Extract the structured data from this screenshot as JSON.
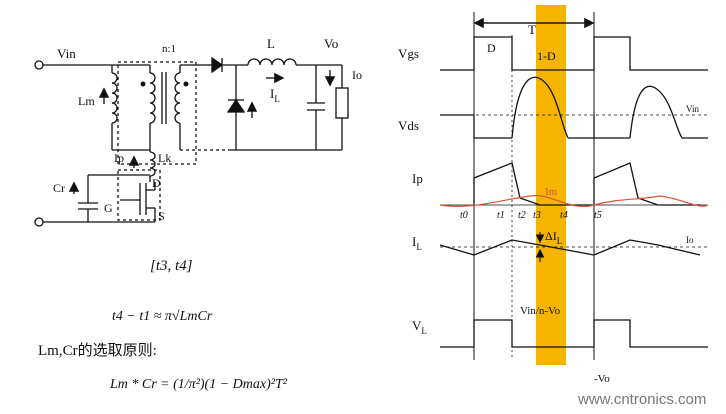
{
  "circuit": {
    "vin": "Vin",
    "transformer_ratio": "n:1",
    "inductor": "L",
    "vo": "Vo",
    "il": "I",
    "il_sub": "L",
    "io": "Io",
    "lm": "Lm",
    "ip": "Ip",
    "lk": "Lk",
    "cr": "Cr",
    "d": "D",
    "g": "G",
    "s": "S"
  },
  "formulas": {
    "interval": "[t3, t4]",
    "eq1": "t4 − t1 ≈ π√LmCr",
    "rule_title": "Lm,Cr的选取原则:",
    "eq2": "Lm * Cr = (1/π²)(1 − Dmax)²T²"
  },
  "waveforms": {
    "period": "T",
    "duty": "D",
    "one_minus_d": "1-D",
    "vgs": "Vgs",
    "vds": "Vds",
    "vin_marker": "Vin",
    "ip": "Ip",
    "im": "Im",
    "il": "I",
    "il_sub": "L",
    "io_marker": "Io",
    "vl": "V",
    "vl_sub": "L",
    "delta_il": "ΔI",
    "delta_il_sub": "L",
    "vl_high": "Vin/n-Vo",
    "vl_low": "-Vo",
    "t_labels": [
      "t0",
      "t1",
      "t2",
      "t3",
      "t4",
      "t5"
    ]
  },
  "colors": {
    "highlight": "#f5b400",
    "im_curve": "#d4573a",
    "ink": "#111111"
  },
  "watermark": "www.cntronics.com"
}
